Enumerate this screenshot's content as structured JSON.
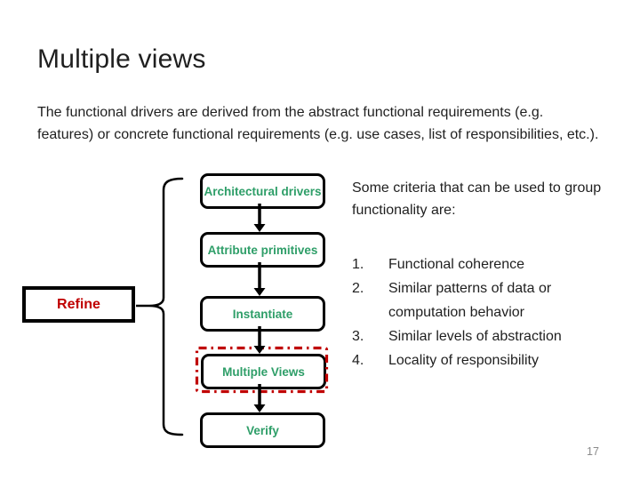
{
  "slide": {
    "title": "Multiple views",
    "paragraph": "The functional drivers are derived from the abstract functional requirements (e.g. features) or concrete functional requirements (e.g. use cases, list of responsibilities, etc.).",
    "page_number": "17"
  },
  "flowchart": {
    "boxes": [
      {
        "label": "Architectural drivers"
      },
      {
        "label": "Attribute primitives"
      },
      {
        "label": "Instantiate"
      },
      {
        "label": "Multiple Views",
        "highlighted": true
      },
      {
        "label": "Verify"
      }
    ],
    "refine_label": "Refine"
  },
  "criteria": {
    "intro": "Some criteria that can be used to group functionality are:",
    "items": [
      {
        "num": "1.",
        "text": "Functional coherence"
      },
      {
        "num": "2.",
        "text": "Similar patterns of data or computation behavior"
      },
      {
        "num": "3.",
        "text": "Similar levels of abstraction"
      },
      {
        "num": "4.",
        "text": "Locality of responsibility"
      }
    ]
  },
  "colors": {
    "accent_green": "#2e9e68",
    "accent_red": "#c00000",
    "text": "#1f1f1f",
    "page_number_gray": "#8a8a8a"
  }
}
